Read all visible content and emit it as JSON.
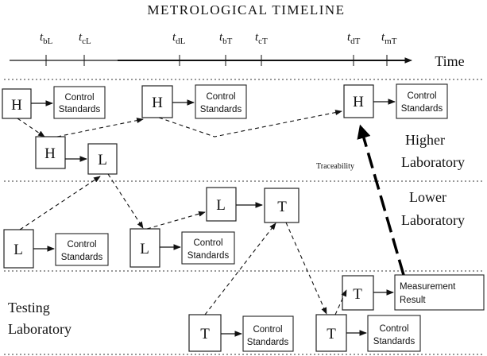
{
  "title": "METROLOGICAL TIMELINE",
  "axis_label": "Time",
  "ticks": [
    {
      "main": "t",
      "sub": "bL"
    },
    {
      "main": "t",
      "sub": "cL"
    },
    {
      "main": "t",
      "sub": "dL"
    },
    {
      "main": "t",
      "sub": "bT"
    },
    {
      "main": "t",
      "sub": "cT"
    },
    {
      "main": "t",
      "sub": "dT"
    },
    {
      "main": "t",
      "sub": "mT"
    }
  ],
  "zones": {
    "higher": [
      "Higher",
      "Laboratory"
    ],
    "lower": [
      "Lower",
      "Laboratory"
    ],
    "testing": [
      "Testing",
      "Laboratory"
    ]
  },
  "nodes": {
    "h1": "H",
    "h2": "H",
    "h3": "H",
    "h4": "H",
    "l1": "L",
    "l2": "L",
    "l3": "L",
    "l4": "L",
    "t1": "T",
    "t2": "T",
    "t3": "T",
    "t4": "T"
  },
  "standards": [
    "Control",
    "Standards"
  ],
  "measurement": [
    "Measurement",
    "Result"
  ],
  "traceability_label": "Traceability"
}
